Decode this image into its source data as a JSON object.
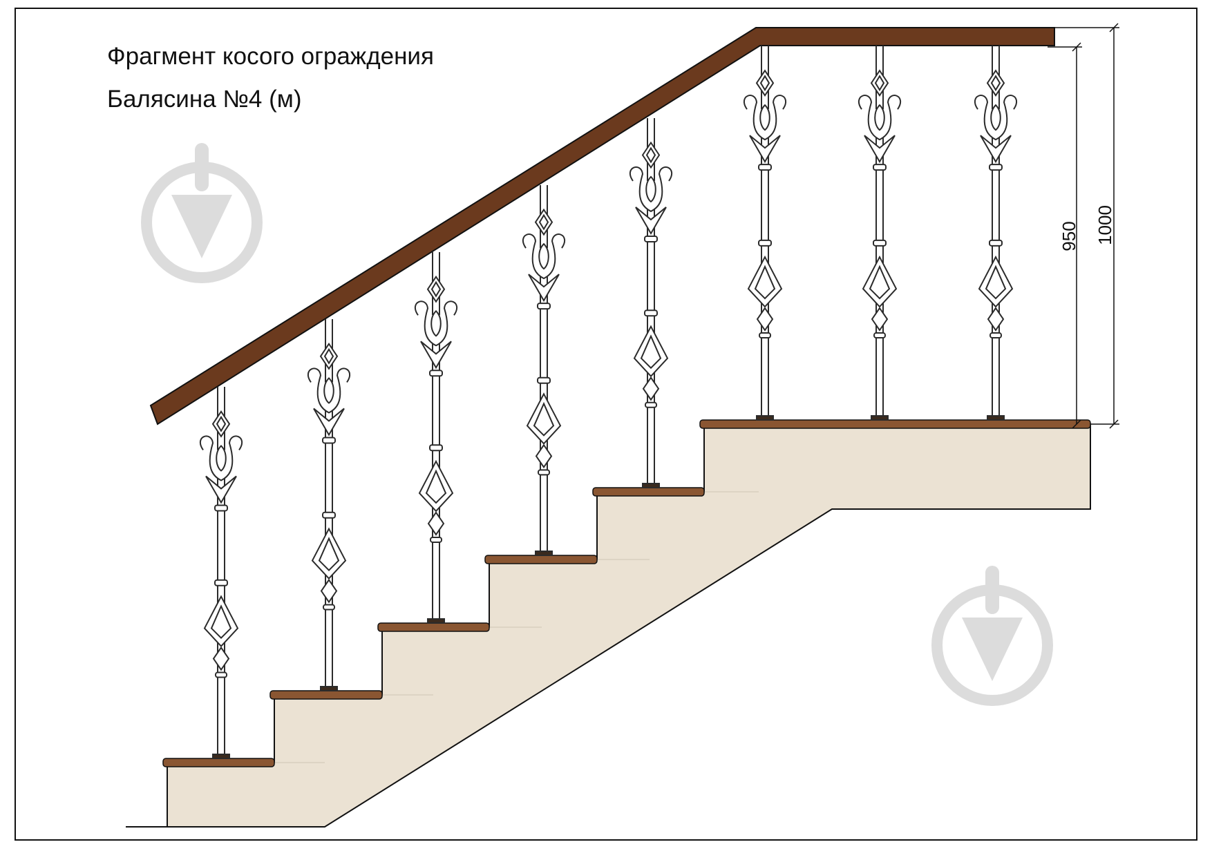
{
  "title": {
    "line1": "Фрагмент косого ограждения",
    "line2": "Балясина №4 (м)"
  },
  "dimensions": {
    "inner_height": "950",
    "outer_height": "1000"
  },
  "balusters": {
    "count": 8
  },
  "steps": {
    "count": 6
  },
  "watermarks": [
    {
      "icon": "pin-drop-logo-icon"
    },
    {
      "icon": "pin-drop-logo-icon"
    }
  ],
  "colors": {
    "handrail": "#6b3a1e",
    "tread": "#8a5632",
    "stringer": "#ebe2d3",
    "baluster": "#2b2b2b",
    "watermark": "#dcdcdc",
    "frame": "#111111"
  }
}
